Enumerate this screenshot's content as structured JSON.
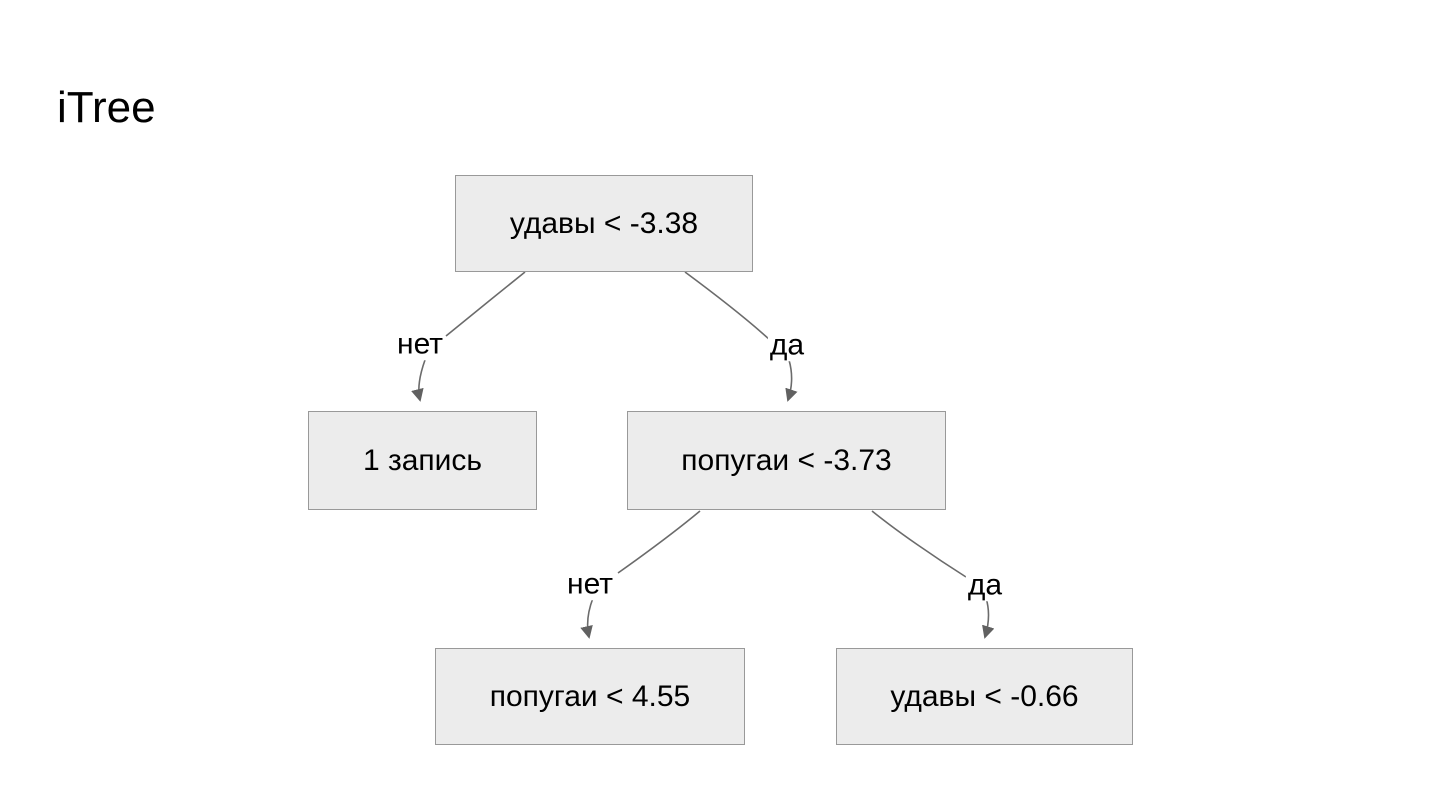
{
  "title": "iTree",
  "tree": {
    "nodes": [
      {
        "id": "root",
        "label": "удавы < -3.38"
      },
      {
        "id": "leaf1",
        "label": "1 запись"
      },
      {
        "id": "parrots",
        "label": "попугаи < -3.73"
      },
      {
        "id": "leaf2",
        "label": "попугаи < 4.55"
      },
      {
        "id": "leaf3",
        "label": "удавы < -0.66"
      }
    ],
    "edges": [
      {
        "from": "root",
        "to": "leaf1",
        "label": "нет"
      },
      {
        "from": "root",
        "to": "parrots",
        "label": "да"
      },
      {
        "from": "parrots",
        "to": "leaf2",
        "label": "нет"
      },
      {
        "from": "parrots",
        "to": "leaf3",
        "label": "да"
      }
    ],
    "colors": {
      "background": "#ffffff",
      "node_fill": "#ececec",
      "node_border": "#999999",
      "edge_stroke": "#6b6b6b",
      "arrowhead": "#616161",
      "text": "#000000"
    }
  }
}
